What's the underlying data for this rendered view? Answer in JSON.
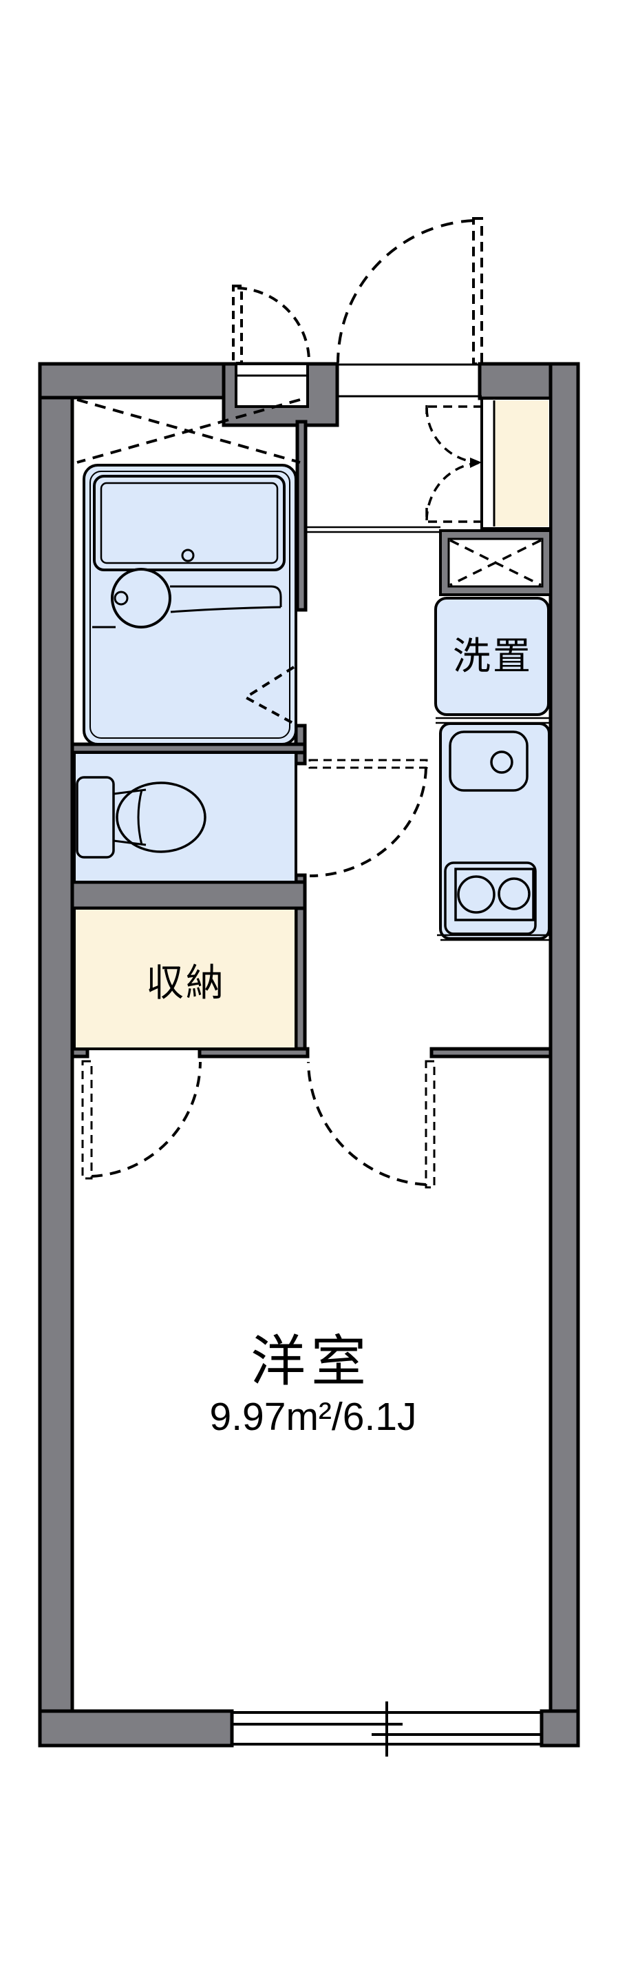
{
  "plan": {
    "type": "apartment-floor-plan",
    "rooms": {
      "western_room": {
        "label": "洋室",
        "area_label": "9.97m²/6.1J"
      },
      "storage": {
        "label": "収納"
      },
      "washer_place": {
        "label": "洗置"
      }
    },
    "colors": {
      "wall_gray": "#7e7e83",
      "fixture_blue": "#dbe8fa",
      "cream": "#fcf3dc",
      "line_black": "#000000",
      "background": "#ffffff"
    },
    "icons": {
      "bathtub": "bathtub-icon",
      "washbasin": "washbasin-icon",
      "toilet": "toilet-icon",
      "kitchen_sink": "kitchen-sink-icon",
      "stove_burners": "stove-burners-icon",
      "sliding_window": "sliding-window-icon",
      "door_swings": "door-swing-arc-icon",
      "crossed_box": "crossed-dashed-box-icon"
    }
  }
}
